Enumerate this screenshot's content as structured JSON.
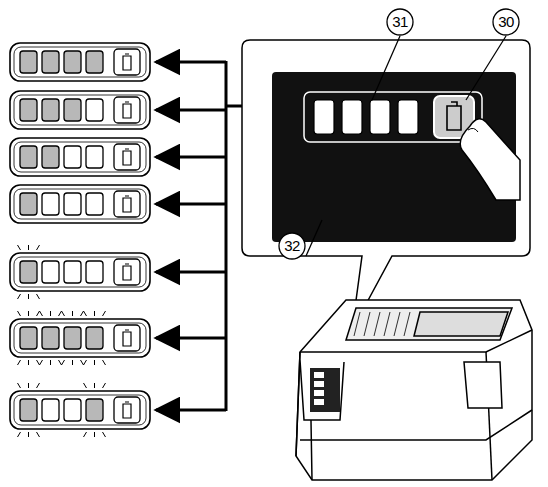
{
  "diagram": {
    "labels": [
      "31",
      "30",
      "32"
    ]
  }
}
